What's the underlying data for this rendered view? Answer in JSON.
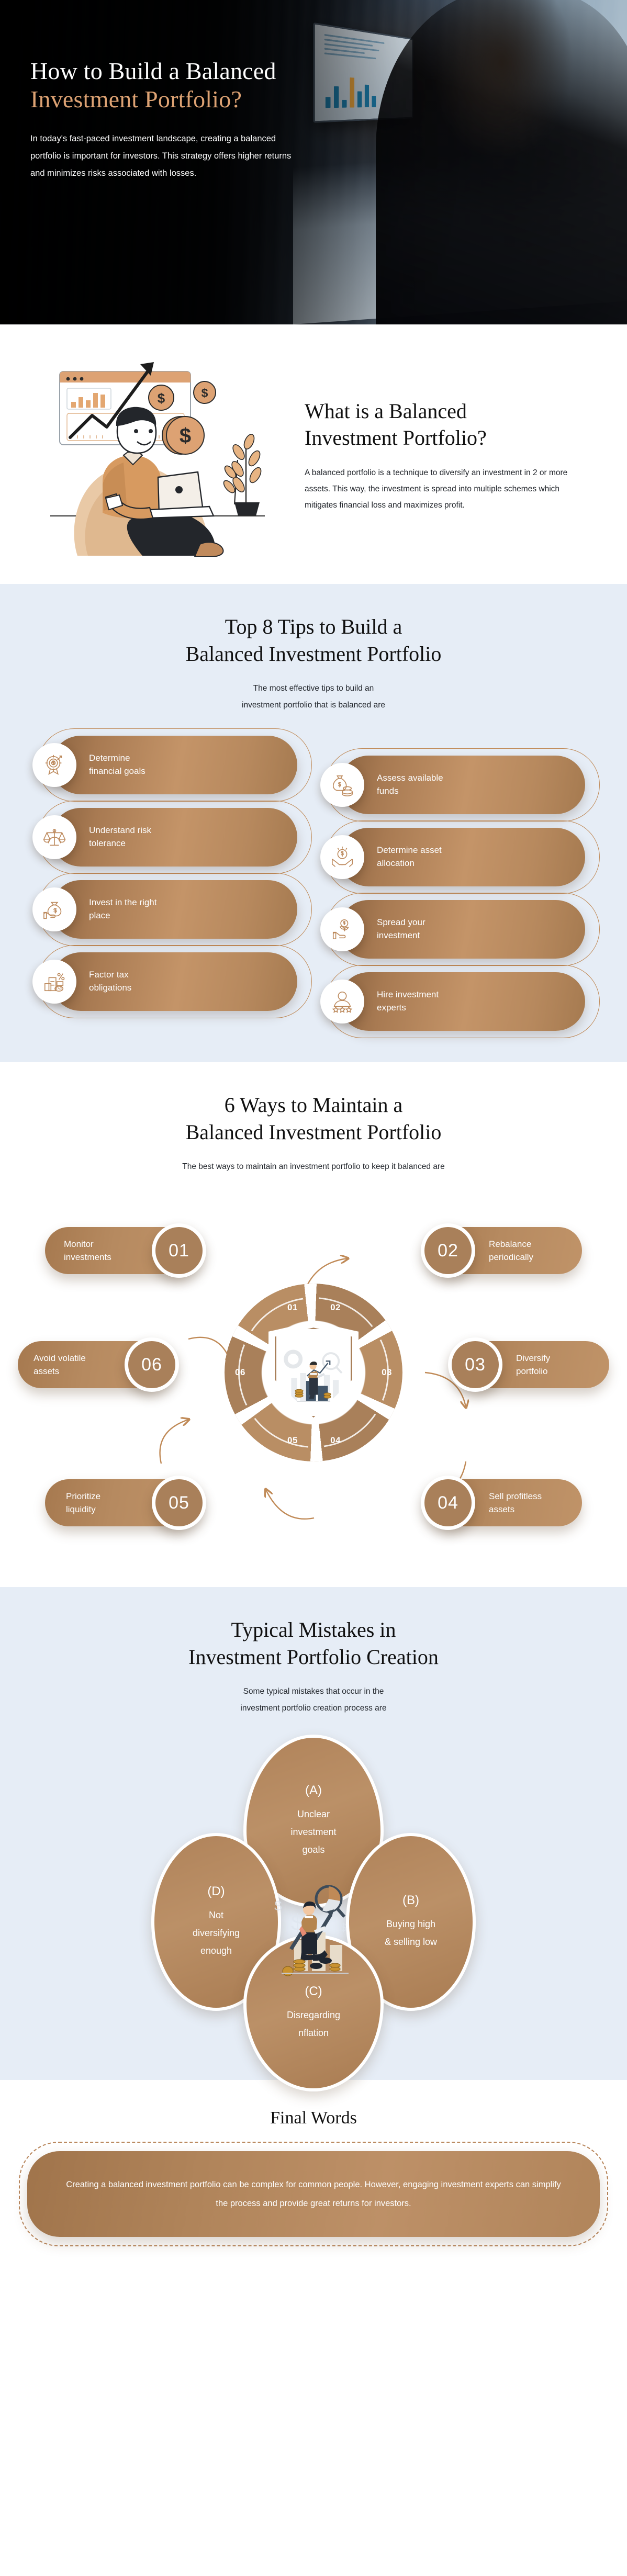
{
  "hero": {
    "title_line1": "How to Build a Balanced",
    "title_line2": "Investment Portfolio?",
    "paragraph": "In today's fast-paced investment landscape, creating a balanced portfolio is important for investors. This strategy offers higher returns and minimizes risks associated with losses.",
    "accent_color": "#dda273"
  },
  "what_is": {
    "heading_line1": "What is a Balanced",
    "heading_line2": "Investment Portfolio?",
    "paragraph": "A balanced portfolio is a technique to diversify an investment in 2 or more assets. This way, the investment is spread into multiple schemes which mitigates financial loss and maximizes profit."
  },
  "tips_section": {
    "heading_line1": "Top 8 Tips to Build a",
    "heading_line2": "Balanced Investment Portfolio",
    "subtitle_line1": "The most effective tips to build an",
    "subtitle_line2": "investment portfolio that is balanced are",
    "left_items": [
      {
        "label_line1": "Determine",
        "label_line2": "financial goals",
        "icon": "target-dollar-icon"
      },
      {
        "label_line1": "Understand risk",
        "label_line2": "tolerance",
        "icon": "balance-scale-icon"
      },
      {
        "label_line1": "Invest in the right",
        "label_line2": "place",
        "icon": "hand-money-bag-icon"
      },
      {
        "label_line1": "Factor tax",
        "label_line2": "obligations",
        "icon": "tax-percent-icon"
      }
    ],
    "right_items": [
      {
        "label_line1": "Assess available",
        "label_line2": "funds",
        "icon": "money-bag-coins-icon"
      },
      {
        "label_line1": "Determine asset",
        "label_line2": "allocation",
        "icon": "hands-coin-icon"
      },
      {
        "label_line1": "Spread your",
        "label_line2": "investment",
        "icon": "hand-plant-coin-icon"
      },
      {
        "label_line1": "Hire investment",
        "label_line2": "experts",
        "icon": "expert-stars-icon"
      }
    ]
  },
  "ways_section": {
    "heading_line1": "6 Ways to Maintain a",
    "heading_line2": "Balanced Investment Portfolio",
    "subtitle": "The best ways to maintain an investment portfolio to keep it balanced are",
    "wheel_numbers": [
      "01",
      "02",
      "03",
      "04",
      "05",
      "06"
    ],
    "items": [
      {
        "number": "01",
        "label_line1": "Monitor",
        "label_line2": "investments",
        "side": "left"
      },
      {
        "number": "02",
        "label_line1": "Rebalance",
        "label_line2": "periodically",
        "side": "right"
      },
      {
        "number": "03",
        "label_line1": "Diversify",
        "label_line2": "portfolio",
        "side": "right"
      },
      {
        "number": "04",
        "label_line1": "Sell profitless",
        "label_line2": "assets",
        "side": "right"
      },
      {
        "number": "05",
        "label_line1": "Prioritize",
        "label_line2": "liquidity",
        "side": "left"
      },
      {
        "number": "06",
        "label_line1": "Avoid volatile",
        "label_line2": "assets",
        "side": "left"
      }
    ]
  },
  "mistakes_section": {
    "heading_line1": "Typical Mistakes in",
    "heading_line2": "Investment Portfolio Creation",
    "subtitle_line1": "Some typical mistakes that occur in the",
    "subtitle_line2": "investment portfolio creation process are",
    "items": [
      {
        "letter": "(A)",
        "text_line1": "Unclear",
        "text_line2": "investment",
        "text_line3": "goals"
      },
      {
        "letter": "(B)",
        "text_line1": "Buying high",
        "text_line2": "& selling low",
        "text_line3": ""
      },
      {
        "letter": "(C)",
        "text_line1": "Disregarding",
        "text_line2": "nflation",
        "text_line3": ""
      },
      {
        "letter": "(D)",
        "text_line1": "Not",
        "text_line2": "diversifying",
        "text_line3": "enough"
      }
    ]
  },
  "final": {
    "heading": "Final Words",
    "paragraph": "Creating a balanced investment portfolio can be complex for common people. However, engaging investment experts can simplify the process and provide great returns for investors."
  },
  "theme": {
    "blue_bg": "#e6edf6",
    "brown": "#b0835a",
    "brown_dark": "#8b6340",
    "brown_light": "#c49468",
    "white": "#ffffff",
    "ink": "#101010"
  }
}
